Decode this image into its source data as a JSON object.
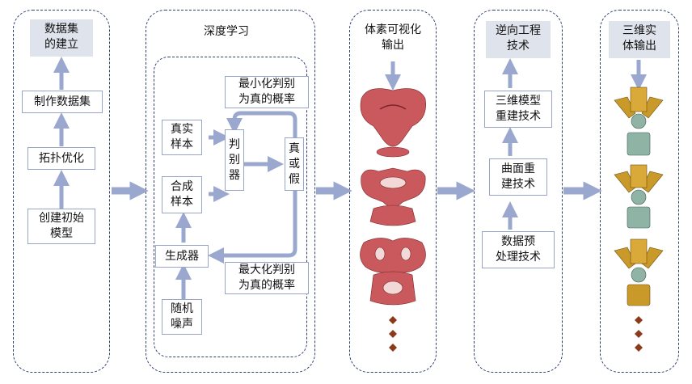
{
  "panels": {
    "dataset": {
      "title": "数据集\n的建立",
      "steps": [
        "制作数据集",
        "拓扑优化",
        "创建初始\n模型"
      ]
    },
    "deep_learning": {
      "title": "深度学习",
      "real_samples": "真实\n样本",
      "fake_samples": "合成\n样本",
      "discriminator": "判\n别\n器",
      "true_false": "真\n或\n假",
      "generator": "生成器",
      "noise": "随机\n噪声",
      "minimize_label": "最小化判别\n为真的概率",
      "maximize_label": "最大化判别\n为真的概率"
    },
    "voxel": {
      "title": "体素可视化\n输出"
    },
    "reverse": {
      "title": "逆向工程\n技术",
      "steps": [
        "三维模型\n重建技术",
        "曲面重\n建技术",
        "数据预\n处理技术"
      ]
    },
    "solid": {
      "title": "三维实\n体输出"
    }
  },
  "colors": {
    "arrow": "#9aa8cf",
    "dashed_border": "#2f3f6e",
    "header_fill": "#dfe3ec",
    "voxel_red": "#c9595c",
    "solid_gold": "#c99a2a",
    "solid_teal": "#8fb4a6",
    "dot_brown": "#8b3a1a"
  }
}
